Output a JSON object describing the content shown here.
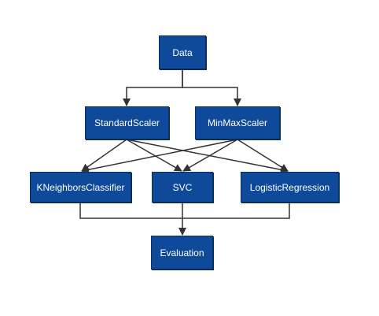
{
  "diagram": {
    "nodes": [
      {
        "id": "data",
        "label": "Data"
      },
      {
        "id": "standard",
        "label": "StandardScaler"
      },
      {
        "id": "minmax",
        "label": "MinMaxScaler"
      },
      {
        "id": "kneighbors",
        "label": "KNeighborsClassifier"
      },
      {
        "id": "svc",
        "label": "SVC"
      },
      {
        "id": "logistic",
        "label": "LogisticRegression"
      },
      {
        "id": "eval",
        "label": "Evaluation"
      }
    ],
    "edges": [
      {
        "from": "data",
        "to": "standard"
      },
      {
        "from": "data",
        "to": "minmax"
      },
      {
        "from": "standard",
        "to": "kneighbors"
      },
      {
        "from": "standard",
        "to": "svc"
      },
      {
        "from": "standard",
        "to": "logistic"
      },
      {
        "from": "minmax",
        "to": "kneighbors"
      },
      {
        "from": "minmax",
        "to": "svc"
      },
      {
        "from": "minmax",
        "to": "logistic"
      },
      {
        "from": "kneighbors",
        "to": "eval"
      },
      {
        "from": "svc",
        "to": "eval"
      },
      {
        "from": "logistic",
        "to": "eval"
      }
    ],
    "colors": {
      "node_fill": "#0f4a9a",
      "node_border": "#08305f",
      "node_text": "#ffffff",
      "edge": "#333333"
    }
  }
}
